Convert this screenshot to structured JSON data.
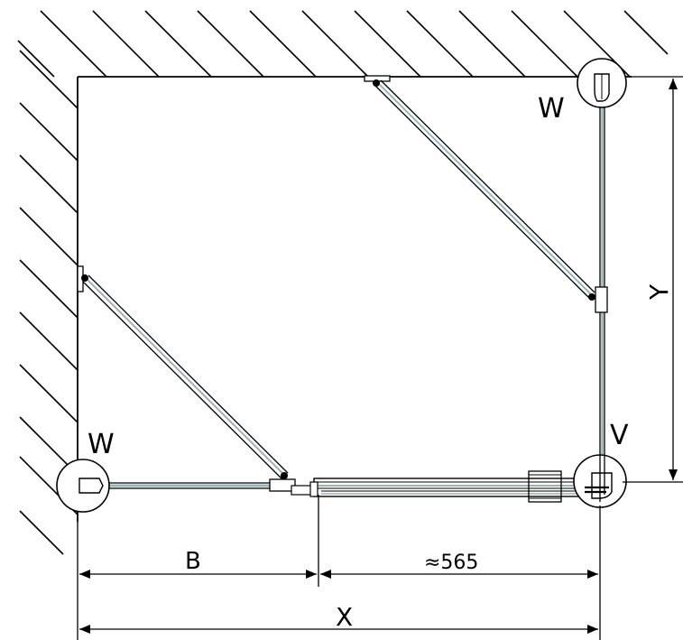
{
  "labels": {
    "wall_mount_top": "W",
    "wall_mount_left": "W",
    "corner_profile": "V",
    "dim_width_total": "X",
    "dim_depth_total": "Y",
    "dim_fixed_panel": "B",
    "dim_sliding_approx": "≈565"
  },
  "colors": {
    "line": "#000000",
    "glass": "#9bb4b4",
    "background": "#ffffff"
  }
}
